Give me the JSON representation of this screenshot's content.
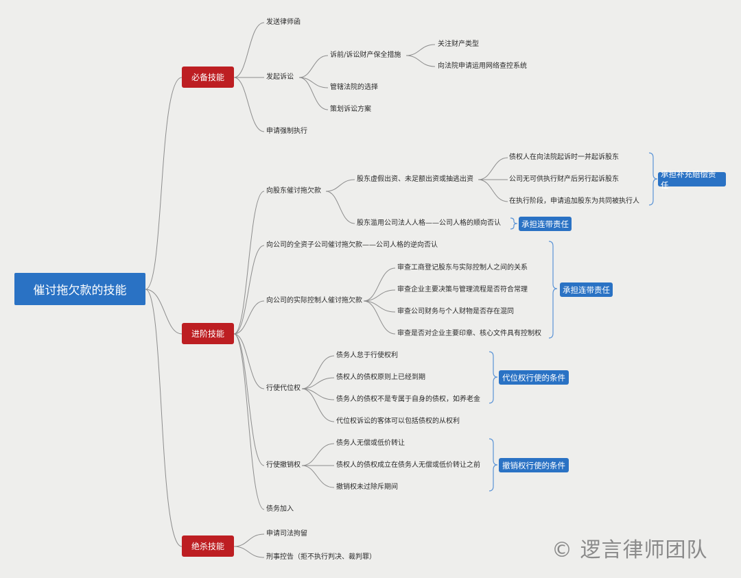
{
  "root": "催讨拖欠款的技能",
  "categories": {
    "basic": "必备技能",
    "advanced": "进阶技能",
    "ultimate": "绝杀技能"
  },
  "basic": {
    "send_letter": "发送律师函",
    "file_lawsuit": "发起诉讼",
    "preservation": "诉前/诉讼财产保全措施",
    "property_type": "关注财产类型",
    "network_search": "向法院申请运用网络查控系统",
    "court_choice": "管辖法院的选择",
    "plan_lawsuit": "策划诉讼方案",
    "enforcement": "申请强制执行"
  },
  "advanced": {
    "shareholder_claim": "向股东催讨拖欠款",
    "false_capital": "股东虚假出资、未足额出资或抽逃出资",
    "sue_together": "债权人在向法院起诉时一并起诉股东",
    "sue_after": "公司无可供执行财产后另行起诉股东",
    "add_party": "在执行阶段，申请追加股东为共同被执行人",
    "abuse_personality": "股东滥用公司法人人格——公司人格的顺向否认",
    "tag_supplementary": "承担补充赔偿责任",
    "tag_joint_1": "承担连带责任",
    "subsidiary_claim": "向公司的全资子公司催讨拖欠款——公司人格的逆向否认",
    "controller_claim": "向公司的实际控制人催讨拖欠款",
    "check_registration": "审查工商登记股东与实际控制人之间的关系",
    "check_decision": "审查企业主要决策与管理流程是否符合常理",
    "check_finance": "审查公司财务与个人财物是否存在混同",
    "check_seal": "审查是否对企业主要印章、核心文件具有控制权",
    "tag_joint_2": "承担连带责任",
    "subrogation": "行使代位权",
    "sub_1": "债务人怠于行使权利",
    "sub_2": "债权人的债权原则上已经到期",
    "sub_3": "债务人的债权不是专属于自身的债权，如养老金",
    "sub_4": "代位权诉讼的客体可以包括债权的从权利",
    "tag_subrogation": "代位权行使的条件",
    "revocation": "行使撤销权",
    "rev_1": "债务人无偿或低价转让",
    "rev_2": "债权人的债权成立在债务人无偿或低价转让之前",
    "rev_3": "撤销权未过除斥期间",
    "tag_revocation": "撤销权行使的条件",
    "debt_join": "债务加入"
  },
  "ultimate": {
    "detention": "申请司法拘留",
    "criminal": "刑事控告（拒不执行判决、裁判罪）"
  },
  "watermark": "© 逻言律师团队"
}
